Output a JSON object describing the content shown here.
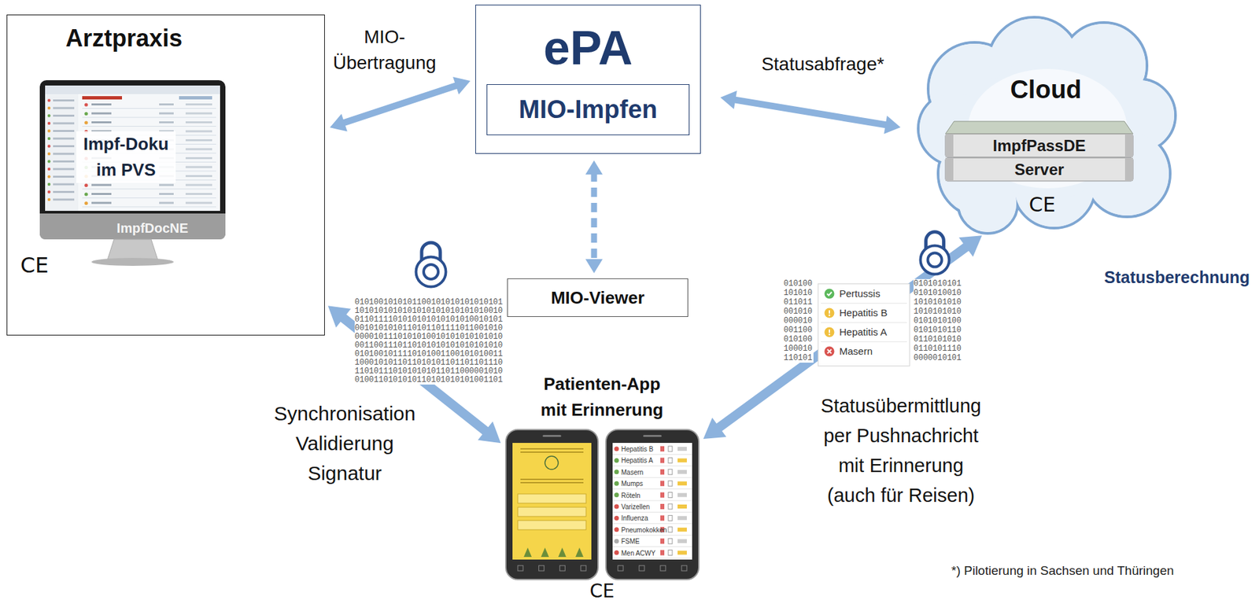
{
  "diagram": {
    "nodes": [
      {
        "text": [
          "Arztpraxis"
        ]
      },
      {
        "text": [
          "ePA"
        ]
      },
      {
        "text": [
          "MIO-Impfen"
        ],
        "in": 1
      },
      {
        "text": [
          "Cloud"
        ]
      },
      {
        "text": [
          "ImpfPassDE Server"
        ],
        "in": 3
      },
      {
        "text": [
          "MIO-Viewer"
        ]
      },
      {
        "text": [
          "Patienten-App mit Erinnerung"
        ]
      }
    ],
    "edges": [
      {
        "from": 0,
        "to": 1,
        "arrow": "both",
        "label": "MIO- Übertragung"
      },
      {
        "from": 1,
        "to": 3,
        "arrow": "both",
        "label": "Statusabfrage*"
      },
      {
        "from": 1,
        "to": 5,
        "arrow": "both"
      },
      {
        "from": 6,
        "to": 0,
        "arrow": "both",
        "label": "Synchronisation Validierung Signatur"
      },
      {
        "from": 6,
        "to": 3,
        "arrow": "both",
        "label": "Statusübermittlung per Pushnachricht mit Erinnerung (auch für Reisen)"
      }
    ],
    "labels": [
      "Impf-Doku im PVS",
      "ImpfDocNE",
      "CE",
      "0101001010101100101010101010101 1010101010101010101010101010010 0110111101010101010101010010101 0010101010110101101111011001010 0000101110101010010101010101010 0011001110110101010101010101010 0101001011110101001100101010011 1000101011011010101101101101110 1101011101010101011011000001010 0100110101010110101010101001101",
      "Pertussis",
      "Hepatitis B",
      "Hepatitis A",
      "Masern",
      "010100 101010 011011 001010 000010 001100 010100 100010 110101",
      "0101010101 0101010010 1010101010 1010101010 0101010100 0101010110 0110101010 0110101110 0000010101",
      "CE",
      "Statusberechnung",
      "Hepatitis B",
      "Hepatitis A",
      "Masern",
      "Mumps",
      "Röteln",
      "Varizellen",
      "Influenza",
      "Pneumokokken",
      "FSME",
      "Men ACWY",
      "CE",
      "*) Pilotierung in Sachsen und Thüringen"
    ]
  }
}
